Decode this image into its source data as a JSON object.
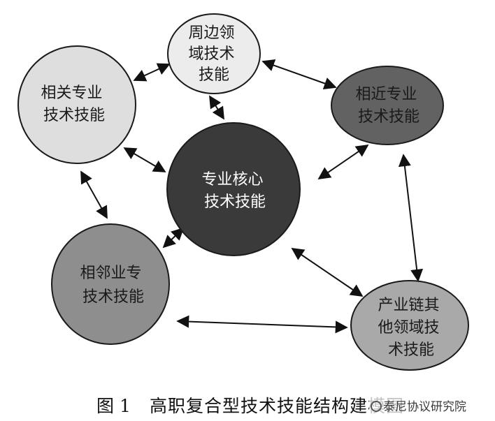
{
  "nodes": {
    "center": {
      "lines": [
        "专业核心",
        "技术技能"
      ],
      "fill": "#3a3a3a",
      "text_color": "#ffffff"
    },
    "top": {
      "lines": [
        "周边领",
        "域技术",
        "技能"
      ],
      "fill": "#ececec",
      "text_color": "#1a1a1a"
    },
    "left_top": {
      "lines": [
        "相关专业",
        "技术技能"
      ],
      "fill": "#dedede",
      "text_color": "#1a1a1a"
    },
    "right_top": {
      "lines": [
        "相近专业",
        "技术技能"
      ],
      "fill": "#626262",
      "text_color": "#1a1a1a"
    },
    "left_bottom": {
      "lines": [
        "相邻业专",
        "技术技能"
      ],
      "fill": "#8e8e8e",
      "text_color": "#1a1a1a"
    },
    "right_bottom": {
      "lines": [
        "产业链其",
        "他领域技",
        "术技能"
      ],
      "fill": "#a9a9a9",
      "text_color": "#1a1a1a"
    }
  },
  "caption": {
    "label": "图 1",
    "text": "高职复合型技术技能结构建模图"
  },
  "watermark": {
    "text": "泰尼协议研究院"
  }
}
